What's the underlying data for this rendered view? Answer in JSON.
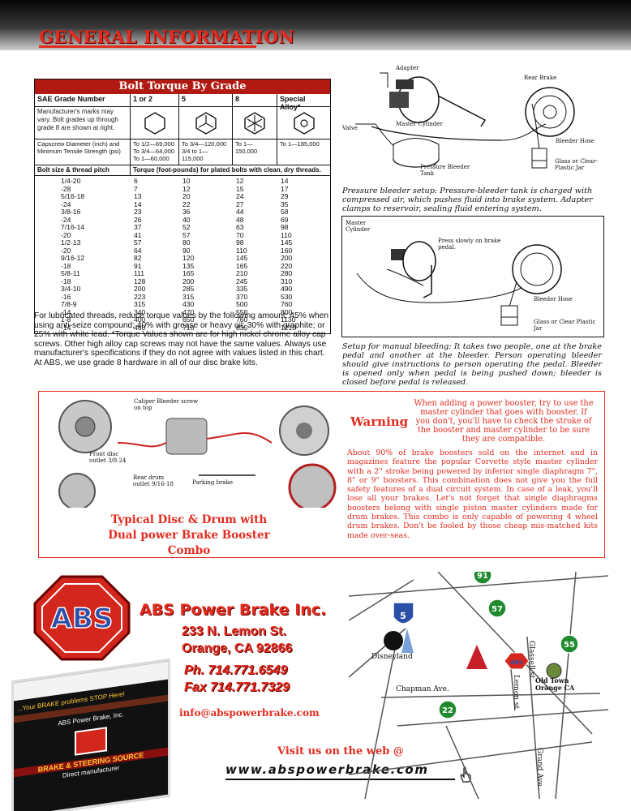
{
  "header": {
    "title": "GENERAL INFORMATION"
  },
  "torque_table": {
    "title": "Bolt Torque By Grade",
    "columns": [
      "SAE Grade Number",
      "1 or 2",
      "5",
      "8",
      "Special Alloy*"
    ],
    "marks_note": "Manufacturer's marks may vary. Bolt grades up through grade 8 are shown at right.",
    "strength_label": "Capscrew Diameter (inch) and Minimum Tensile Strength (psi)",
    "strength": {
      "g12_a": "To 1/2—69,000",
      "g12_b": "To 3/4—64,000",
      "g12_c": "To 1—60,000",
      "g5_a": "To 3/4—120,000",
      "g5_b": "3/4 to 1—115,000",
      "g8": "To 1—150,000",
      "gs": "To 1—185,000"
    },
    "size_header": "Bolt size & thread pitch",
    "torque_header": "Torque (foot-pounds) for plated bolts with clean, dry threads.",
    "sizes": [
      "1/4-20",
      "-28",
      "5/16-18",
      "-24",
      "3/8-16",
      "-24",
      "7/16-14",
      "-20",
      "1/2-13",
      "-20",
      "9/16-12",
      "-18",
      "5/8-11",
      "-18",
      "3/4-10",
      "-16",
      "7/8-9",
      "-14",
      "1-8",
      "-14"
    ],
    "g12": [
      "6",
      "7",
      "13",
      "14",
      "23",
      "26",
      "37",
      "41",
      "57",
      "64",
      "82",
      "91",
      "111",
      "128",
      "200",
      "223",
      "315",
      "340",
      "400",
      "460"
    ],
    "g5": [
      "10",
      "12",
      "20",
      "22",
      "36",
      "40",
      "52",
      "57",
      "80",
      "90",
      "120",
      "135",
      "165",
      "200",
      "285",
      "315",
      "430",
      "470",
      "650",
      "710"
    ],
    "g8": [
      "12",
      "15",
      "24",
      "27",
      "44",
      "48",
      "63",
      "70",
      "98",
      "110",
      "145",
      "165",
      "210",
      "245",
      "335",
      "370",
      "500",
      "550",
      "760",
      "835"
    ],
    "gs": [
      "14",
      "17",
      "29",
      "35",
      "58",
      "69",
      "98",
      "110",
      "145",
      "160",
      "200",
      "220",
      "280",
      "310",
      "490",
      "530",
      "760",
      "800",
      "1130",
      "1210"
    ]
  },
  "lube_note": "For lubricated threads, reduce torque values by the following amount: 45% when using anti-seize compound; 40% with grease or heavy oil; 30% with graphite; or 25% with white lead. *Torque Values shown are for high nickel chrome alloy cap screws. Other high alloy cap screws may not have the same values. Always use manufacturer's specifications if they do not agree with values listed in this chart. At ABS, we use grade 8 hardware in all of our disc brake kits.",
  "pressure_diagram": {
    "labels": {
      "adapter": "Adapter",
      "rear_brake": "Rear Brake",
      "master_cylinder": "Master Cylinder",
      "valve": "Valve",
      "bleeder_hose": "Bleeder Hose",
      "glass_jar": "Glass or Clear-Plastic Jar",
      "pressure_tank": "Pressure Bleeder Tank"
    },
    "caption": "Pressure bleeder setup: Pressure-bleeder tank is charged with compressed air, which pushes fluid into brake system. Adapter clamps to reservoir, sealing fluid entering system."
  },
  "manual_diagram": {
    "labels": {
      "master_cylinder": "Master Cylinder",
      "press_pedal": "Press slowly on brake pedal.",
      "bleeder_hose": "Bleeder Hose",
      "glass_jar": "Glass or Clear Plastic Jar"
    },
    "caption": "Setup for manual bleeding: It takes two people, one at the brake pedal and another at the bleeder. Person operating bleeder should give instructions to person operating the pedal. Bleeder is opened only when pedal is being pushed down; bleeder is closed before pedal is released."
  },
  "booster": {
    "labels": {
      "caliper": "Caliper Bleeder screw on top",
      "front_outlet": "Front disc outlet 3/8-24",
      "rear_outlet": "Rear drum outlet 9/16-18",
      "parking": "Parking brake"
    },
    "combo_title_1": "Typical Disc & Drum with",
    "combo_title_2": "Dual power Brake  Booster Combo"
  },
  "warning": {
    "title": "Warning",
    "text": "When adding a power booster, try to use the master cylinder that goes with booster. If you don't, you'll have to check the stroke of the booster and master cylinder to be sure they are compatible.",
    "body": "About 90% of brake boosters sold on the internet and in magazines feature the popular Corvette style master cylinder with a 2\" stroke being powered by inferior single diaphragm 7\", 8\" or 9\" boosters. This combination does not give you the full safety features of a dual circuit system. In case of a leak, you'll lose all your brakes. Let's not forget that single diaphragms boosters belong with single piston master cylinders made for drum brakes. This combo is only capable of powering 4 wheel drum brakes. Don't be fooled by those cheap mis-matched kits made over-seas."
  },
  "company": {
    "logo": "ABS",
    "name": "ABS Power Brake Inc.",
    "street": "233 N. Lemon St.",
    "city": "Orange, CA 92866",
    "phone": "Ph. 714.771.6549",
    "fax": "Fax 714.771.7329",
    "email": "info@abspowerbrake.com",
    "visit": "Visit us on the web @",
    "web": "www.abspowerbrake.com"
  },
  "website_shot": {
    "tagline": "...Your BRAKE problems STOP Here!",
    "company": "ABS Power Brake, Inc.",
    "banner": "BRAKE & STEERING SOURCE",
    "sub": "Direct manufacturer"
  },
  "map": {
    "shields": [
      "91",
      "57",
      "55",
      "22",
      "5"
    ],
    "disneyland": "Disneyland",
    "chapman": "Chapman Ave.",
    "glassell": "Glassell st.",
    "lemon": "Lemon st.",
    "grand": "Grand Ave.",
    "old_town": "Old Town Orange CA",
    "abs": "ABS"
  },
  "colors": {
    "accent": "#e32c1f",
    "table_title": "#b01a12"
  }
}
